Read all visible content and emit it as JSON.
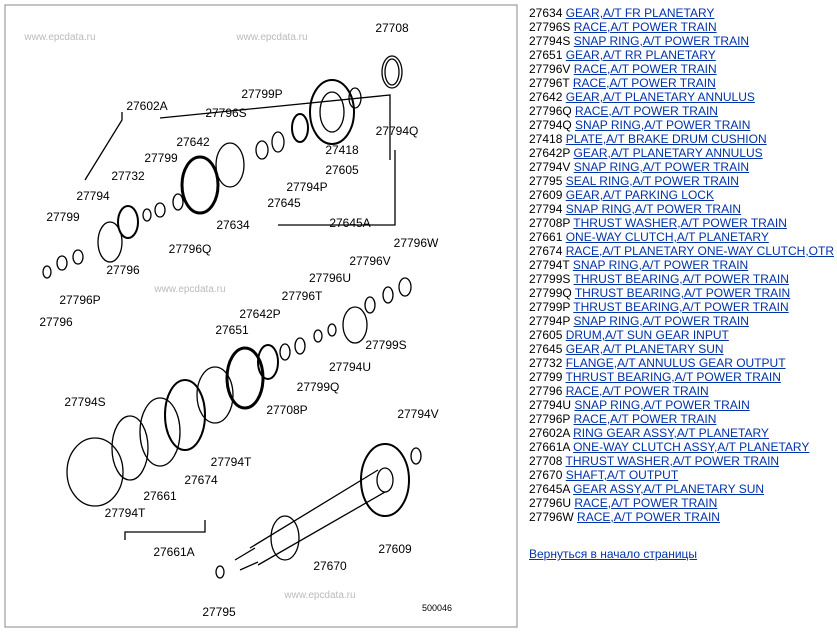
{
  "diagram": {
    "watermark": "www.epcdata.ru",
    "figure_code": "500046",
    "labels": [
      "27708",
      "27602A",
      "27799P",
      "27796S",
      "27642",
      "27794Q",
      "27732",
      "27799",
      "27418",
      "27605",
      "27794P",
      "27794",
      "27645",
      "27634",
      "27645A",
      "27799",
      "27796Q",
      "27796W",
      "27796",
      "27796P",
      "27796V",
      "27796U",
      "27796",
      "27796T",
      "27642P",
      "27651",
      "27799S",
      "27794U",
      "27799Q",
      "27708P",
      "27794S",
      "27794V",
      "27794T",
      "27674",
      "27661",
      "27794T",
      "27609",
      "27661A",
      "27670",
      "27795"
    ]
  },
  "parts": [
    {
      "code": "27634",
      "name": "GEAR,A/T FR PLANETARY"
    },
    {
      "code": "27796S",
      "name": "RACE,A/T POWER TRAIN"
    },
    {
      "code": "27794S",
      "name": "SNAP RING,A/T POWER TRAIN"
    },
    {
      "code": "27651",
      "name": "GEAR,A/T RR PLANETARY"
    },
    {
      "code": "27796V",
      "name": "RACE,A/T POWER TRAIN"
    },
    {
      "code": "27796T",
      "name": "RACE,A/T POWER TRAIN"
    },
    {
      "code": "27642",
      "name": "GEAR,A/T PLANETARY ANNULUS"
    },
    {
      "code": "27796Q",
      "name": "RACE,A/T POWER TRAIN"
    },
    {
      "code": "27794Q",
      "name": "SNAP RING,A/T POWER TRAIN"
    },
    {
      "code": "27418",
      "name": "PLATE,A/T BRAKE DRUM CUSHION"
    },
    {
      "code": "27642P",
      "name": "GEAR,A/T PLANETARY ANNULUS"
    },
    {
      "code": "27794V",
      "name": "SNAP RING,A/T POWER TRAIN"
    },
    {
      "code": "27795",
      "name": "SEAL RING,A/T POWER TRAIN"
    },
    {
      "code": "27609",
      "name": "GEAR,A/T PARKING LOCK"
    },
    {
      "code": "27794",
      "name": "SNAP RING,A/T POWER TRAIN"
    },
    {
      "code": "27708P",
      "name": "THRUST WASHER,A/T POWER TRAIN"
    },
    {
      "code": "27661",
      "name": "ONE-WAY CLUTCH,A/T PLANETARY"
    },
    {
      "code": "27674",
      "name": "RACE,A/T PLANETARY ONE-WAY CLUTCH,OTR"
    },
    {
      "code": "27794T",
      "name": "SNAP RING,A/T POWER TRAIN"
    },
    {
      "code": "27799S",
      "name": "THRUST BEARING,A/T POWER TRAIN"
    },
    {
      "code": "27799Q",
      "name": "THRUST BEARING,A/T POWER TRAIN"
    },
    {
      "code": "27799P",
      "name": "THRUST BEARING,A/T POWER TRAIN"
    },
    {
      "code": "27794P",
      "name": "SNAP RING,A/T POWER TRAIN"
    },
    {
      "code": "27605",
      "name": "DRUM,A/T SUN GEAR INPUT"
    },
    {
      "code": "27645",
      "name": "GEAR,A/T PLANETARY SUN"
    },
    {
      "code": "27732",
      "name": "FLANGE,A/T ANNULUS GEAR OUTPUT"
    },
    {
      "code": "27799",
      "name": "THRUST BEARING,A/T POWER TRAIN"
    },
    {
      "code": "27796",
      "name": "RACE,A/T POWER TRAIN"
    },
    {
      "code": "27794U",
      "name": "SNAP RING,A/T POWER TRAIN"
    },
    {
      "code": "27796P",
      "name": "RACE,A/T POWER TRAIN"
    },
    {
      "code": "27602A",
      "name": "RING GEAR ASSY,A/T PLANETARY"
    },
    {
      "code": "27661A",
      "name": "ONE-WAY CLUTCH ASSY,A/T PLANETARY"
    },
    {
      "code": "27708",
      "name": "THRUST WASHER,A/T POWER TRAIN"
    },
    {
      "code": "27670",
      "name": "SHAFT,A/T OUTPUT"
    },
    {
      "code": "27645A",
      "name": "GEAR ASSY,A/T PLANETARY SUN"
    },
    {
      "code": "27796U",
      "name": "RACE,A/T POWER TRAIN"
    },
    {
      "code": "27796W",
      "name": "RACE,A/T POWER TRAIN"
    }
  ],
  "back_link": "Вернуться в начало страницы"
}
